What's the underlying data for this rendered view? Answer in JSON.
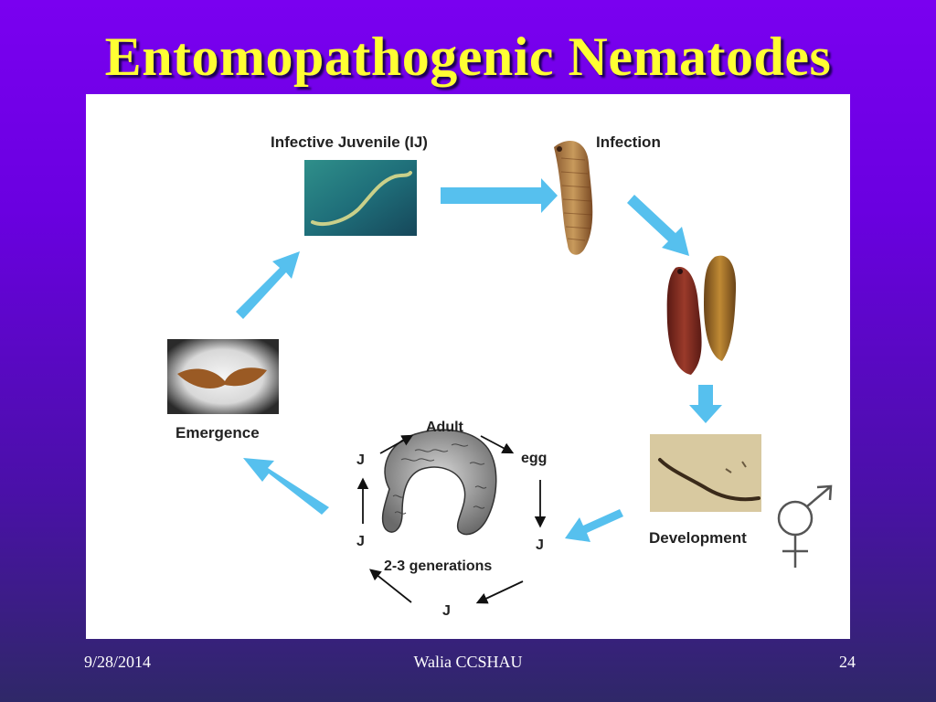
{
  "slide": {
    "title": "Entomopathogenic Nematodes",
    "footer_date": "9/28/2014",
    "footer_center": "Walia CCSHAU",
    "footer_page": "24"
  },
  "diagram": {
    "stages": {
      "infective_juvenile": "Infective Juvenile (IJ)",
      "infection": "Infection",
      "development": "Development",
      "emergence": "Emergence"
    },
    "inner_cycle": {
      "adult": "Adult",
      "egg": "egg",
      "j_right": "J",
      "j_bottom": "J",
      "j_left_low": "J",
      "j_left_high": "J",
      "generations": "2-3 generations"
    }
  },
  "colors": {
    "title": "#ffff33",
    "arrow": "#56c0ee",
    "background_top": "#7a00f0"
  }
}
